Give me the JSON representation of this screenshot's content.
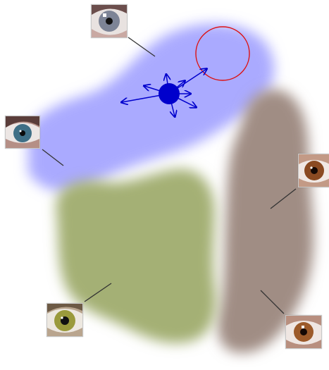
{
  "colors": {
    "blue_region": "#aaaaff",
    "green_region": "#a4b075",
    "brown_region": "#a08d84",
    "arrow": "#0000cc",
    "circle_outline": "#dd1111",
    "leader_line": "#333333"
  },
  "regions": [
    {
      "name": "blue-eye-color-region",
      "color": "blue"
    },
    {
      "name": "green-hazel-eye-color-region",
      "color": "green"
    },
    {
      "name": "brown-eye-color-region",
      "color": "brown"
    }
  ],
  "eye_photos": [
    {
      "name": "blue-gray-eye-photo",
      "iris": "#7d8496"
    },
    {
      "name": "blue-eye-photo",
      "iris": "#3f6f86"
    },
    {
      "name": "brown-eye-photo",
      "iris": "#8a4a22"
    },
    {
      "name": "hazel-green-eye-photo",
      "iris": "#9a9a3c"
    },
    {
      "name": "light-brown-eye-photo",
      "iris": "#9c5a2a"
    }
  ]
}
